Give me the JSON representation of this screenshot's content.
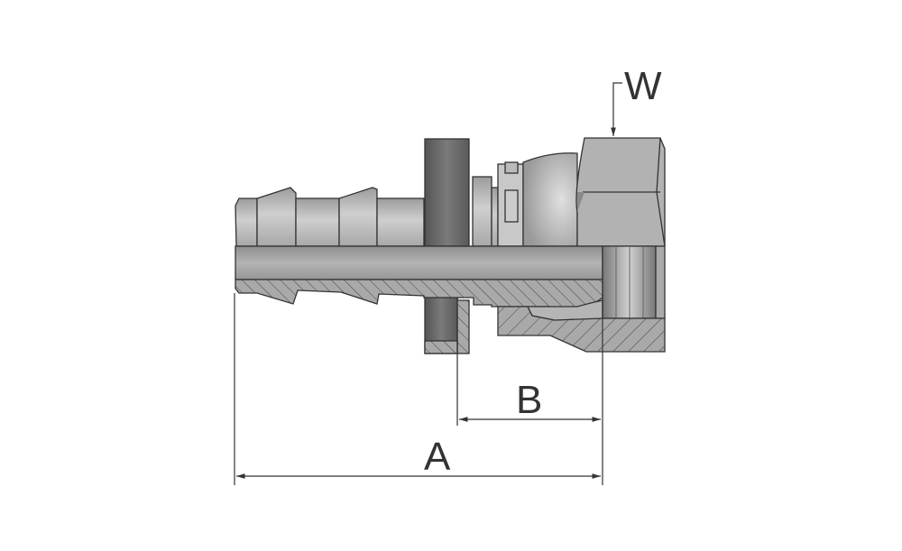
{
  "diagram": {
    "labels": {
      "w": "W",
      "a": "A",
      "b": "B"
    },
    "colors": {
      "metal": "#b8b8b8",
      "metal_dark": "#6e6e6e",
      "section": "#a9a9a9",
      "line": "#333333",
      "bore": "#a4a4a4"
    }
  }
}
